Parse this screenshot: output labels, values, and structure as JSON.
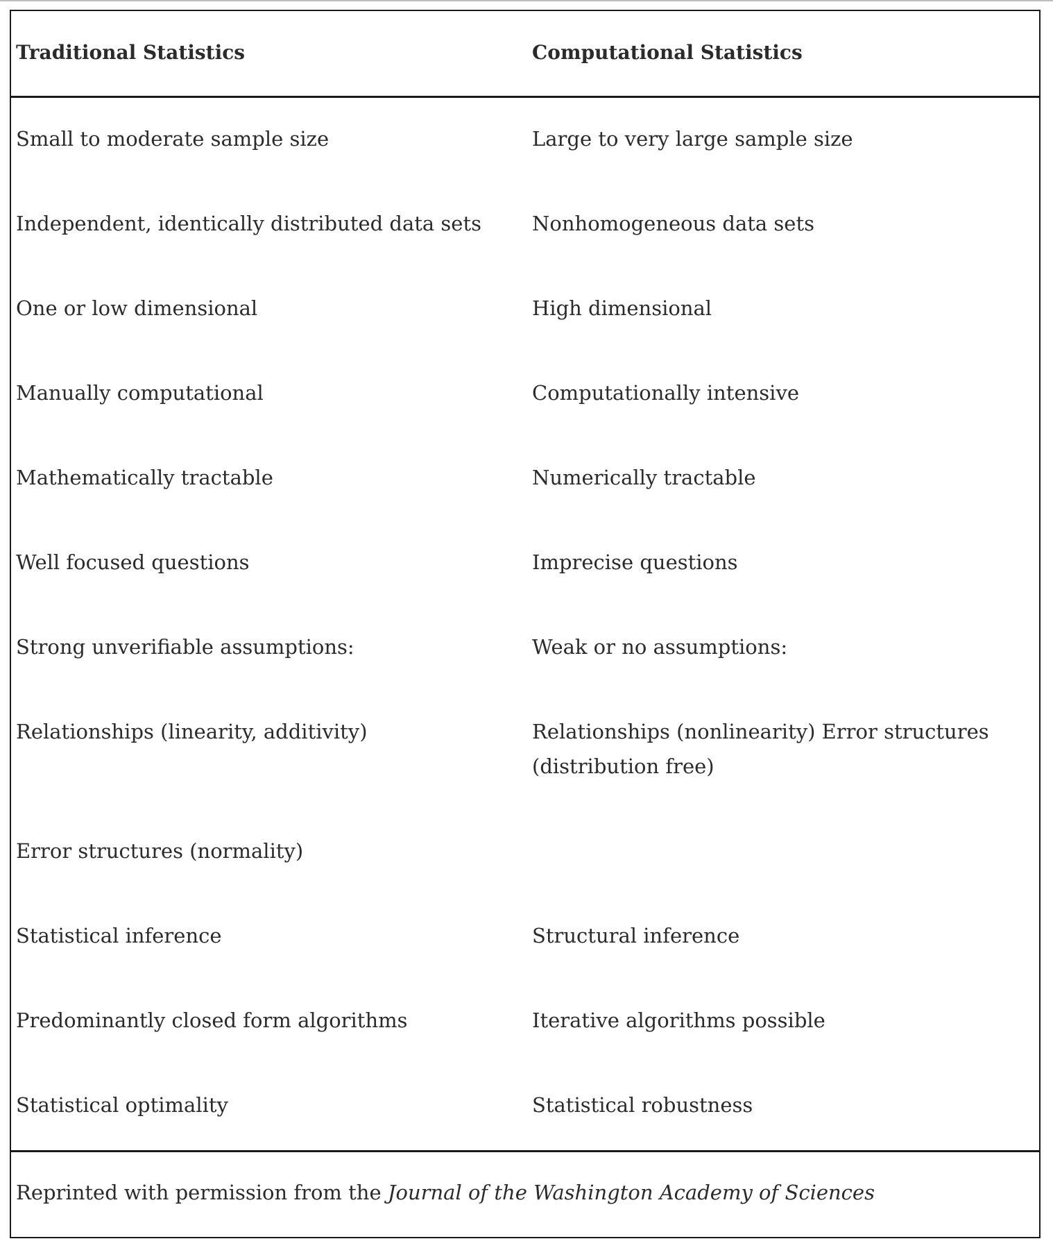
{
  "table": {
    "headers": [
      "Traditional Statistics",
      "Computational Statistics"
    ],
    "rows": [
      [
        "Small to moderate sample size",
        "Large to very large sample size"
      ],
      [
        "Independent, identically distributed data sets",
        "Nonhomogeneous data sets"
      ],
      [
        "One or low dimensional",
        "High dimensional"
      ],
      [
        "Manually computational",
        "Computationally intensive"
      ],
      [
        "Mathematically tractable",
        "Numerically tractable"
      ],
      [
        "Well focused questions",
        "Imprecise questions"
      ],
      [
        "Strong unverifiable assumptions:",
        "Weak or no assumptions:"
      ],
      [
        "Relationships (linearity, additivity)",
        "Relationships (nonlinearity) Error structures (distribution free)"
      ],
      [
        "Error structures (normality)",
        ""
      ],
      [
        "Statistical inference",
        "Structural inference"
      ],
      [
        "Predominantly closed form algorithms",
        "Iterative algorithms possible"
      ],
      [
        "Statistical optimality",
        "Statistical robustness"
      ]
    ],
    "footer": {
      "prefix": "Reprinted with permission from the ",
      "source": "Journal of the Washington Academy of Sciences"
    }
  }
}
